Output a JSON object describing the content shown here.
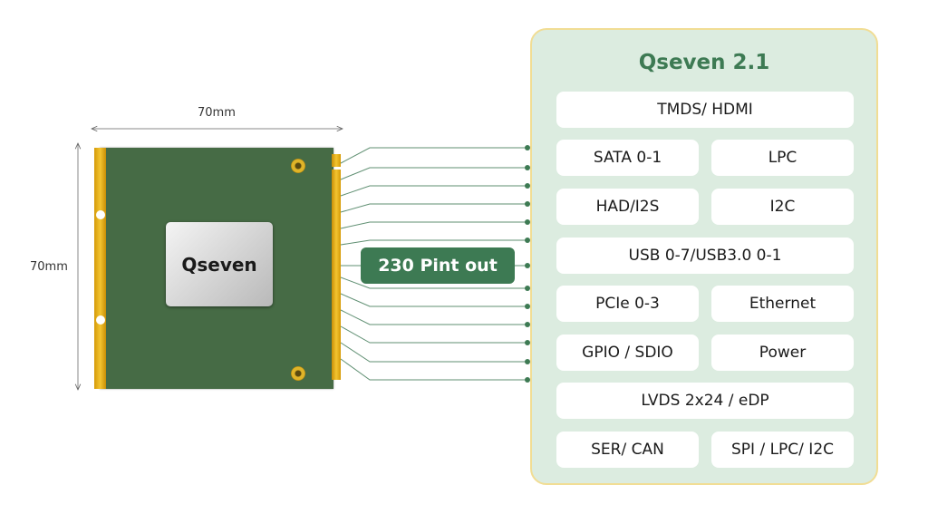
{
  "dimensions": {
    "width_label": "70mm",
    "height_label": "70mm"
  },
  "module": {
    "chip_label": "Qseven"
  },
  "pinout_label": "230 Pint out",
  "spec_panel": {
    "title": "Qseven 2.1",
    "rows": [
      [
        "TMDS/ HDMI"
      ],
      [
        "SATA 0-1",
        "LPC"
      ],
      [
        "HAD/I2S",
        "I2C"
      ],
      [
        "USB 0-7/USB3.0 0-1"
      ],
      [
        "PCIe 0-3",
        "Ethernet"
      ],
      [
        "GPIO / SDIO",
        "Power"
      ],
      [
        "LVDS 2x24 / eDP"
      ],
      [
        "SER/ CAN",
        "SPI / LPC/ I2C"
      ]
    ]
  },
  "colors": {
    "accent_green": "#3d7a53",
    "board_green": "#466b45",
    "panel_bg": "#dcece0",
    "panel_border": "#f1dd94",
    "gold": "#f3c531"
  }
}
